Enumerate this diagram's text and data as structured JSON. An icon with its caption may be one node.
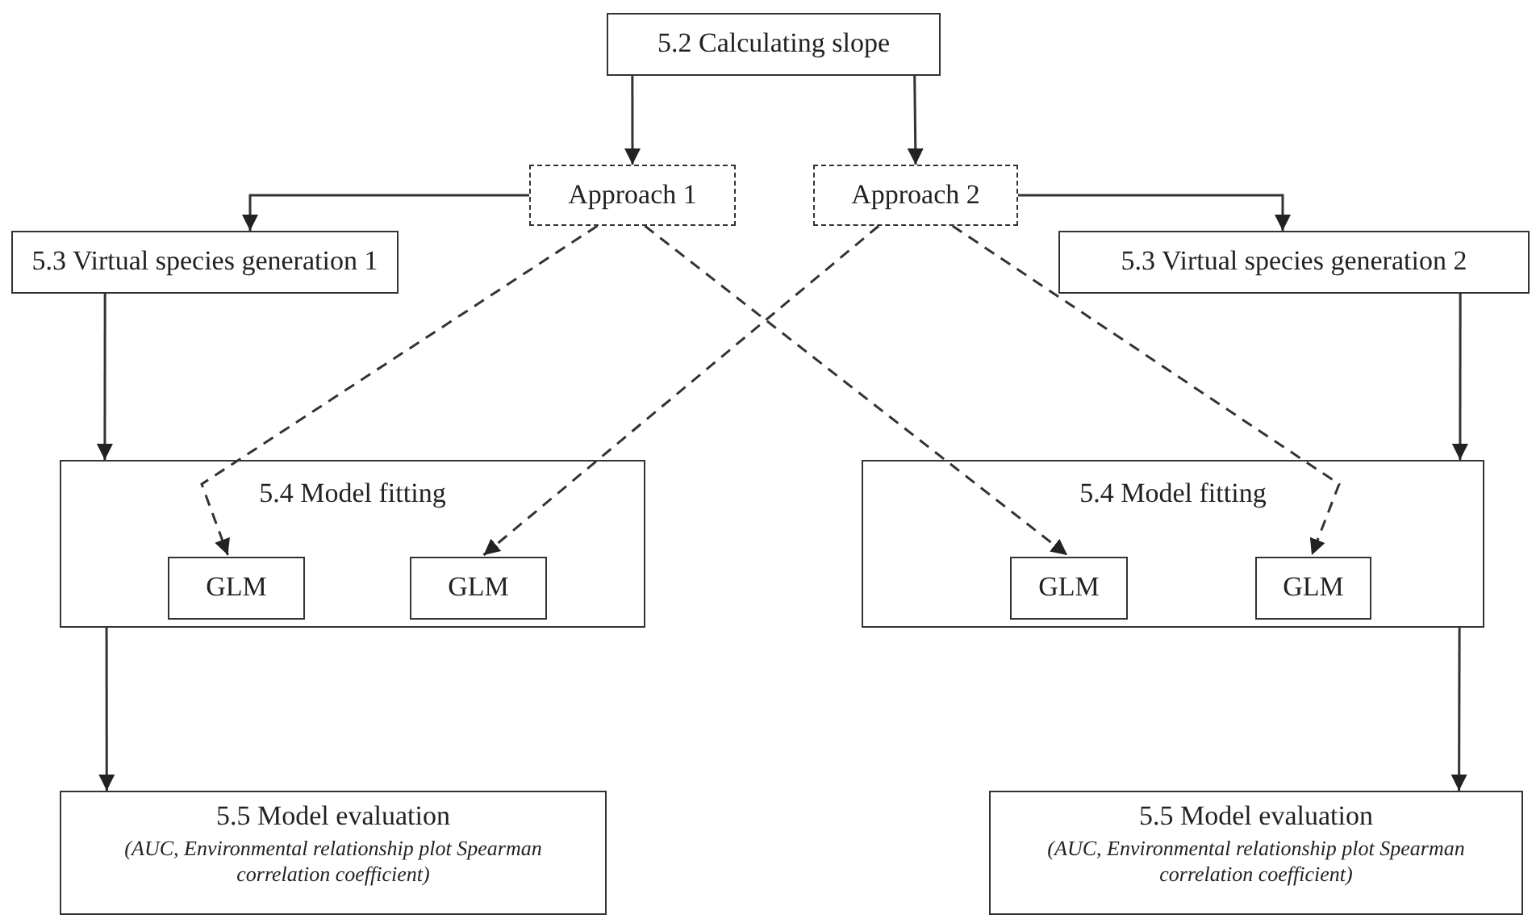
{
  "diagram": {
    "nodes": [
      {
        "text": [
          "5.2 Calculating slope"
        ]
      },
      {
        "text": [
          "Approach 1"
        ]
      },
      {
        "text": [
          "Approach 2"
        ]
      },
      {
        "text": [
          "5.3 Virtual species generation 1"
        ]
      },
      {
        "text": [
          "5.3 Virtual species generation 2"
        ]
      },
      {
        "text": [
          "5.4 Model fitting"
        ]
      },
      {
        "text": [
          "GLM"
        ],
        "in": 5
      },
      {
        "text": [
          "GLM"
        ],
        "in": 5
      },
      {
        "text": [
          "5.4 Model fitting"
        ]
      },
      {
        "text": [
          "GLM"
        ],
        "in": 8
      },
      {
        "text": [
          "GLM"
        ],
        "in": 8
      },
      {
        "text": [
          "5.5 Model evaluation",
          "(AUC, Environmental relationship plot Spearman correlation coefficient)"
        ]
      },
      {
        "text": [
          "5.5 Model evaluation",
          "(AUC, Environmental relationship plot Spearman correlation coefficient)"
        ]
      }
    ],
    "edges": [
      {
        "from": 0,
        "to": 1,
        "arrow": "to"
      },
      {
        "from": 0,
        "to": 2,
        "arrow": "to"
      },
      {
        "from": 1,
        "to": 3,
        "arrow": "to"
      },
      {
        "from": 2,
        "to": 4,
        "arrow": "to"
      },
      {
        "from": 3,
        "to": 5,
        "arrow": "to"
      },
      {
        "from": 4,
        "to": 8,
        "arrow": "to"
      },
      {
        "from": 1,
        "to": 6,
        "arrow": "to",
        "style": "dashed"
      },
      {
        "from": 1,
        "to": 9,
        "arrow": "to",
        "style": "dashed"
      },
      {
        "from": 2,
        "to": 7,
        "arrow": "to",
        "style": "dashed"
      },
      {
        "from": 2,
        "to": 10,
        "arrow": "to",
        "style": "dashed"
      },
      {
        "from": 5,
        "to": 11,
        "arrow": "to"
      },
      {
        "from": 8,
        "to": 12,
        "arrow": "to"
      }
    ]
  }
}
